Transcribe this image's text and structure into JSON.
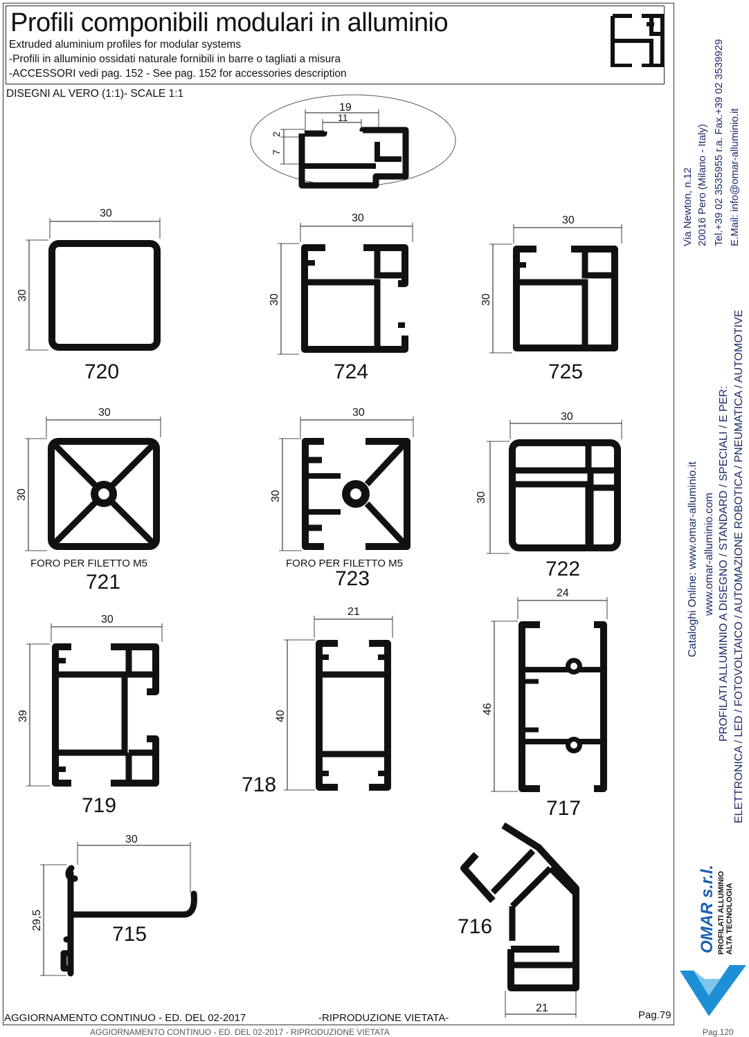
{
  "header": {
    "title": "Profili componibili modulari in alluminio",
    "line1": "Extruded aluminium profiles for modular systems",
    "line2": "-Profili in alluminio ossidati naturale fornibili in barre o tagliati a misura",
    "line3": "-ACCESSORI vedi pag. 152 - See pag. 152 for accessories description",
    "scale_note": "DISEGNI AL VERO (1:1)- SCALE 1:1"
  },
  "detail": {
    "d1": "19",
    "d2": "11",
    "d3": "2",
    "d4": "7"
  },
  "profiles": {
    "p720": {
      "code": "720",
      "w": "30",
      "h": "30"
    },
    "p724": {
      "code": "724",
      "w": "30",
      "h": "30"
    },
    "p725": {
      "code": "725",
      "w": "30",
      "h": "30"
    },
    "p721": {
      "code": "721",
      "w": "30",
      "h": "30",
      "note": "FORO PER FILETTO M5"
    },
    "p723": {
      "code": "723",
      "w": "30",
      "h": "30",
      "note": "FORO PER FILETTO M5"
    },
    "p722": {
      "code": "722",
      "w": "30",
      "h": "30"
    },
    "p719": {
      "code": "719",
      "w": "30",
      "h": "39"
    },
    "p718": {
      "code": "718",
      "w": "21",
      "h": "40"
    },
    "p717": {
      "code": "717",
      "w": "24",
      "h": "46"
    },
    "p715": {
      "code": "715",
      "w": "30",
      "h": "29,5"
    },
    "p716": {
      "code": "716",
      "w": "21"
    }
  },
  "footer": {
    "left": "AGGIORNAMENTO CONTINUO - ED. DEL 02-2017",
    "center": "-RIPRODUZIONE VIETATA-",
    "page": "Pag.79",
    "cut_left": "AGGIORNAMENTO CONTINUO - ED. DEL 02-2017 - RIPRODUZIONE VIETATA",
    "cut_right": "Pag.120"
  },
  "sidebar": {
    "address1": "Via Newton, n.12",
    "address2": "20016 Pero (Milano - Italy)",
    "phone": "Tel.+39 02 3535955 r.a. Fax.+39 02 3539929",
    "email": "E.Mail: info@omar-alluminio.it",
    "catalog": "Cataloghi Online: www.omar-alluminio.it",
    "website": "www.omar-alluminio.com",
    "services1": "PROFILATI ALLUMINIO A DISEGNO / STANDARD / SPECIALI / E PER:",
    "services2": "ELETTRONICA / LED / FOTOVOLTAICO / AUTOMAZIONE ROBOTICA / PNEUMATICA / AUTOMOTIVE",
    "logo_text": "OMAR s.r.l.",
    "logo_sub": "PROFILATI ALLUMINIO ALTA TECNOLOGIA"
  },
  "colors": {
    "ink": "#111111",
    "logo_blue": "#1d8fd6",
    "sidebar_text": "#1a2a6a"
  }
}
